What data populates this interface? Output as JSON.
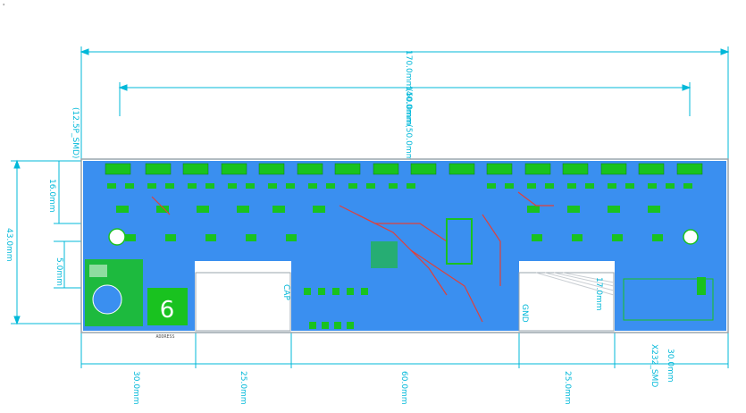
{
  "corner_mark": "'",
  "dimensions": {
    "overall_top": "170.0mm(50.0mm",
    "inner_top": "140.0mm(50.0mm",
    "left_height_total": "43.0mm",
    "left_upper": "16.0mm",
    "left_mid": "5.0mm",
    "bottom": [
      "30.0mm",
      "25.0mm",
      "60.0mm",
      "25.0mm",
      "30.0mm"
    ],
    "right_inner": "17.0mm"
  },
  "labels": {
    "top_left_part": "(12.5P_SMD)",
    "cap_label": "CAP",
    "right_part": "X232_SMD",
    "mid_part": "GND",
    "bottom_small": "ADDRESS",
    "big_digit": "6"
  },
  "colors": {
    "dimension": "#00b8d9",
    "board_blue": "#3a8ff0",
    "board_green": "#19c21f",
    "trace_red": "#e0403a",
    "board_edge": "#9aa5ad"
  }
}
